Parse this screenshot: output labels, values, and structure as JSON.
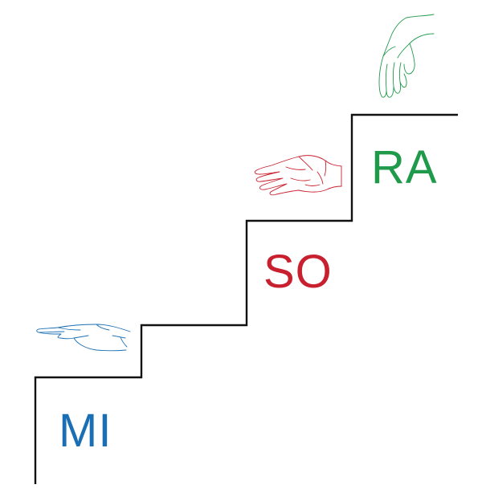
{
  "steps": [
    {
      "syllable": "MI",
      "color": "#1a6fb4",
      "hand_sign": "flat-hand-palm-down-icon"
    },
    {
      "syllable": "SO",
      "color": "#c8202e",
      "hand_sign": "open-hand-palm-facing-icon"
    },
    {
      "syllable": "RA",
      "color": "#1f9a4a",
      "hand_sign": "hand-fingers-pointing-down-icon"
    }
  ],
  "staircase": {
    "color": "#111111"
  }
}
